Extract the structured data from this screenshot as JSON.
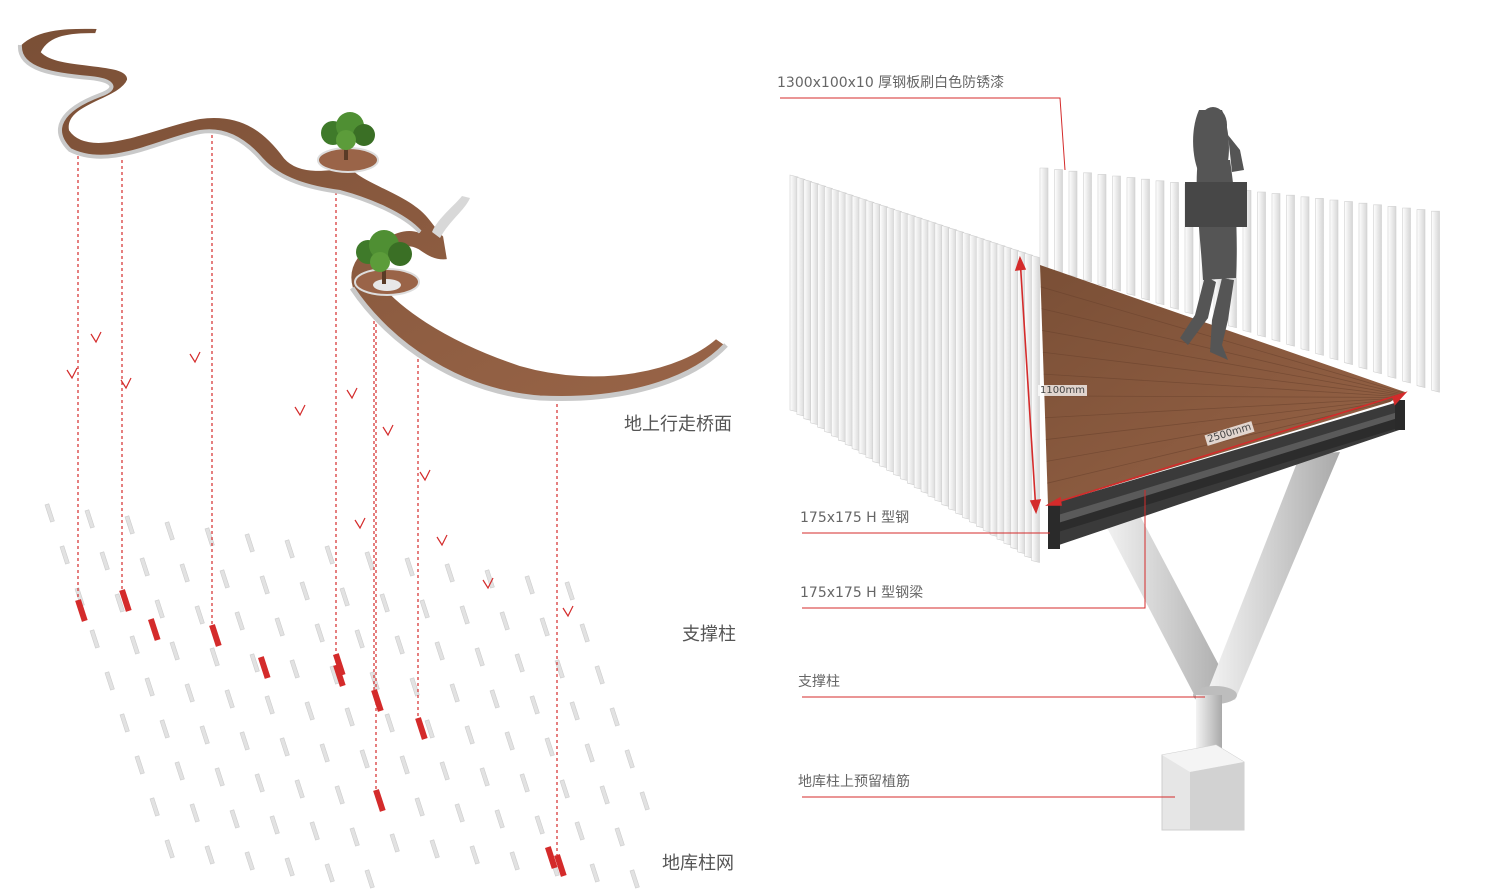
{
  "left_diagram": {
    "labels": {
      "bridge_deck": "地上行走桥面",
      "support_column": "支撑柱",
      "garage_grid": "地库柱网"
    }
  },
  "right_detail": {
    "callouts": {
      "steel_plate": "1300x100x10 厚钢板刷白色防锈漆",
      "h_steel": "175x175 H 型钢",
      "h_steel_beam": "175x175 H 型钢梁",
      "support_column": "支撑柱",
      "rebar": "地库柱上预留植筋"
    },
    "dimensions": {
      "height": "1100mm",
      "width": "2500mm"
    }
  },
  "colors": {
    "accent_red": "#d42b2b",
    "deck_wood": "#8b5a3c",
    "steel_dark": "#3c3c3c",
    "pillar_gray": "#dcdcdc"
  }
}
